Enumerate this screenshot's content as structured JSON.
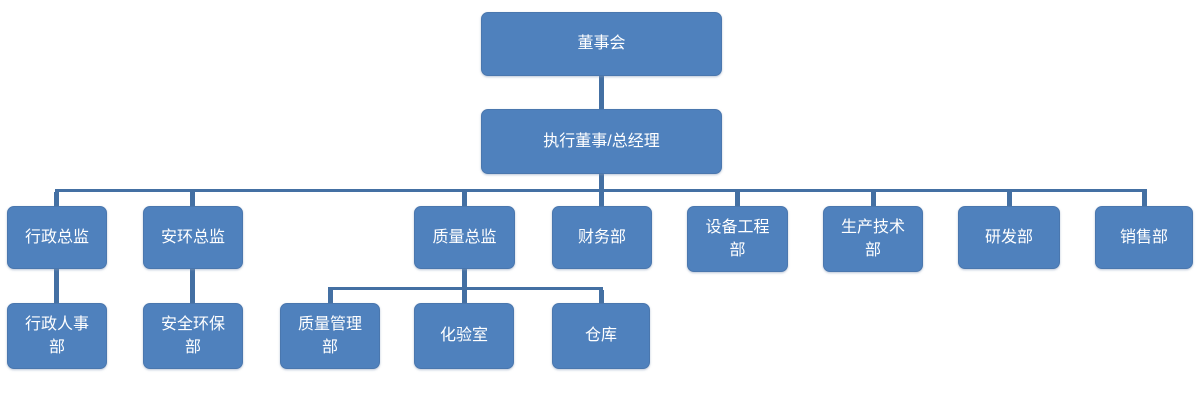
{
  "diagram": {
    "type": "org-chart",
    "background_color": "#ffffff",
    "node_fill_color": "#4f81bd",
    "node_text_color": "#ffffff",
    "connector_color": "#4470a3",
    "nodes": [
      {
        "label": "董事会",
        "level": 1,
        "parent": null
      },
      {
        "label": "执行董事/总经理",
        "level": 2,
        "parent": "董事会"
      },
      {
        "label": "行政总监",
        "level": 3,
        "parent": "执行董事/总经理"
      },
      {
        "label": "安环总监",
        "level": 3,
        "parent": "执行董事/总经理"
      },
      {
        "label": "质量总监",
        "level": 3,
        "parent": "执行董事/总经理"
      },
      {
        "label": "财务部",
        "level": 3,
        "parent": "执行董事/总经理"
      },
      {
        "label": "设备工程部",
        "level": 3,
        "parent": "执行董事/总经理"
      },
      {
        "label": "生产技术部",
        "level": 3,
        "parent": "执行董事/总经理"
      },
      {
        "label": "研发部",
        "level": 3,
        "parent": "执行董事/总经理"
      },
      {
        "label": "销售部",
        "level": 3,
        "parent": "执行董事/总经理"
      },
      {
        "label": "行政人事部",
        "level": 4,
        "parent": "行政总监"
      },
      {
        "label": "安全环保部",
        "level": 4,
        "parent": "安环总监"
      },
      {
        "label": "质量管理部",
        "level": 4,
        "parent": "质量总监"
      },
      {
        "label": "化验室",
        "level": 4,
        "parent": "质量总监"
      },
      {
        "label": "仓库",
        "level": 4,
        "parent": "质量总监"
      }
    ]
  }
}
